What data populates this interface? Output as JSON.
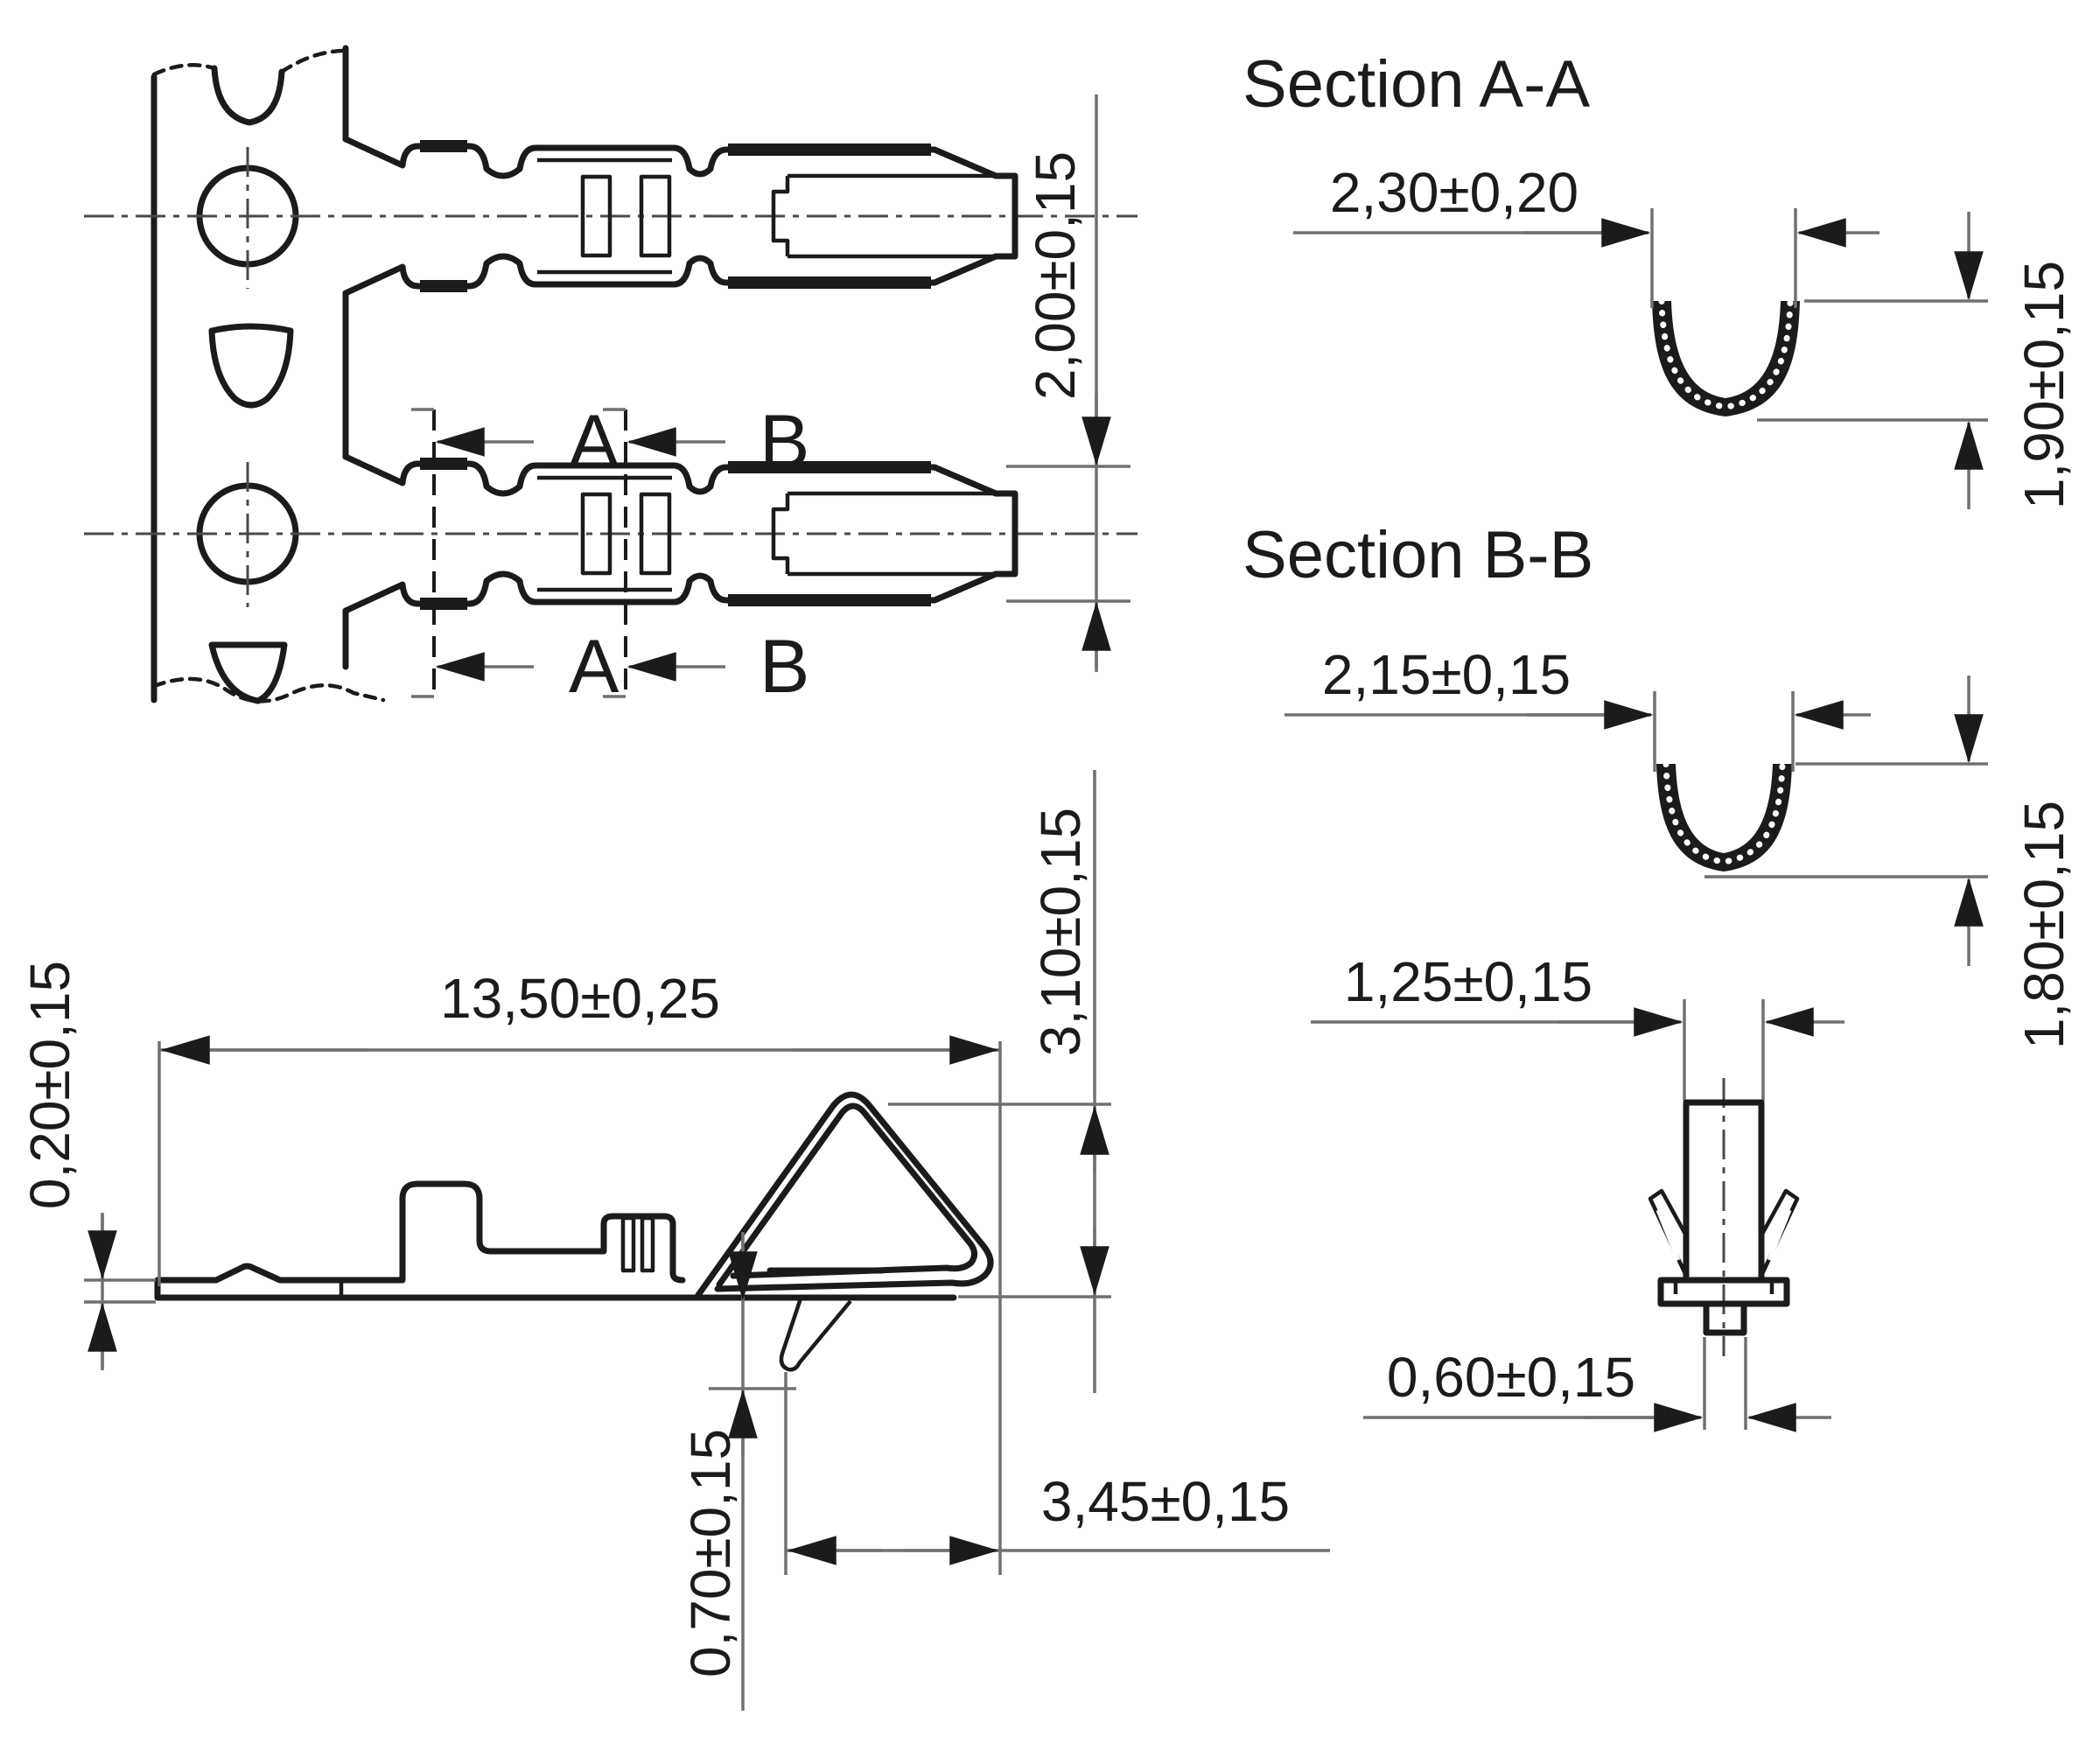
{
  "drawing": {
    "type": "technical-dimension-drawing",
    "subject": "crimp terminal on carrier strip",
    "ink_color": "#1b1b1b",
    "dim_line_color": "#707070",
    "background": "#ffffff"
  },
  "sections": {
    "a_title": "Section A-A",
    "b_title": "Section B-B"
  },
  "labels": {
    "sec_a": "A",
    "sec_b": "B"
  },
  "dims": {
    "pitch": "2,00±0,15",
    "aa_width": "2,30±0,20",
    "aa_height": "1,90±0,15",
    "bb_width": "2,15±0,15",
    "bb_height": "1,80±0,15",
    "length": "13,50±0,25",
    "stock": "0,20±0,15",
    "height": "3,10±0,15",
    "tab_len": "3,45±0,15",
    "tab_drop": "0,70±0,15",
    "pin_w": "1,25±0,15",
    "tip_w": "0,60±0,15"
  }
}
